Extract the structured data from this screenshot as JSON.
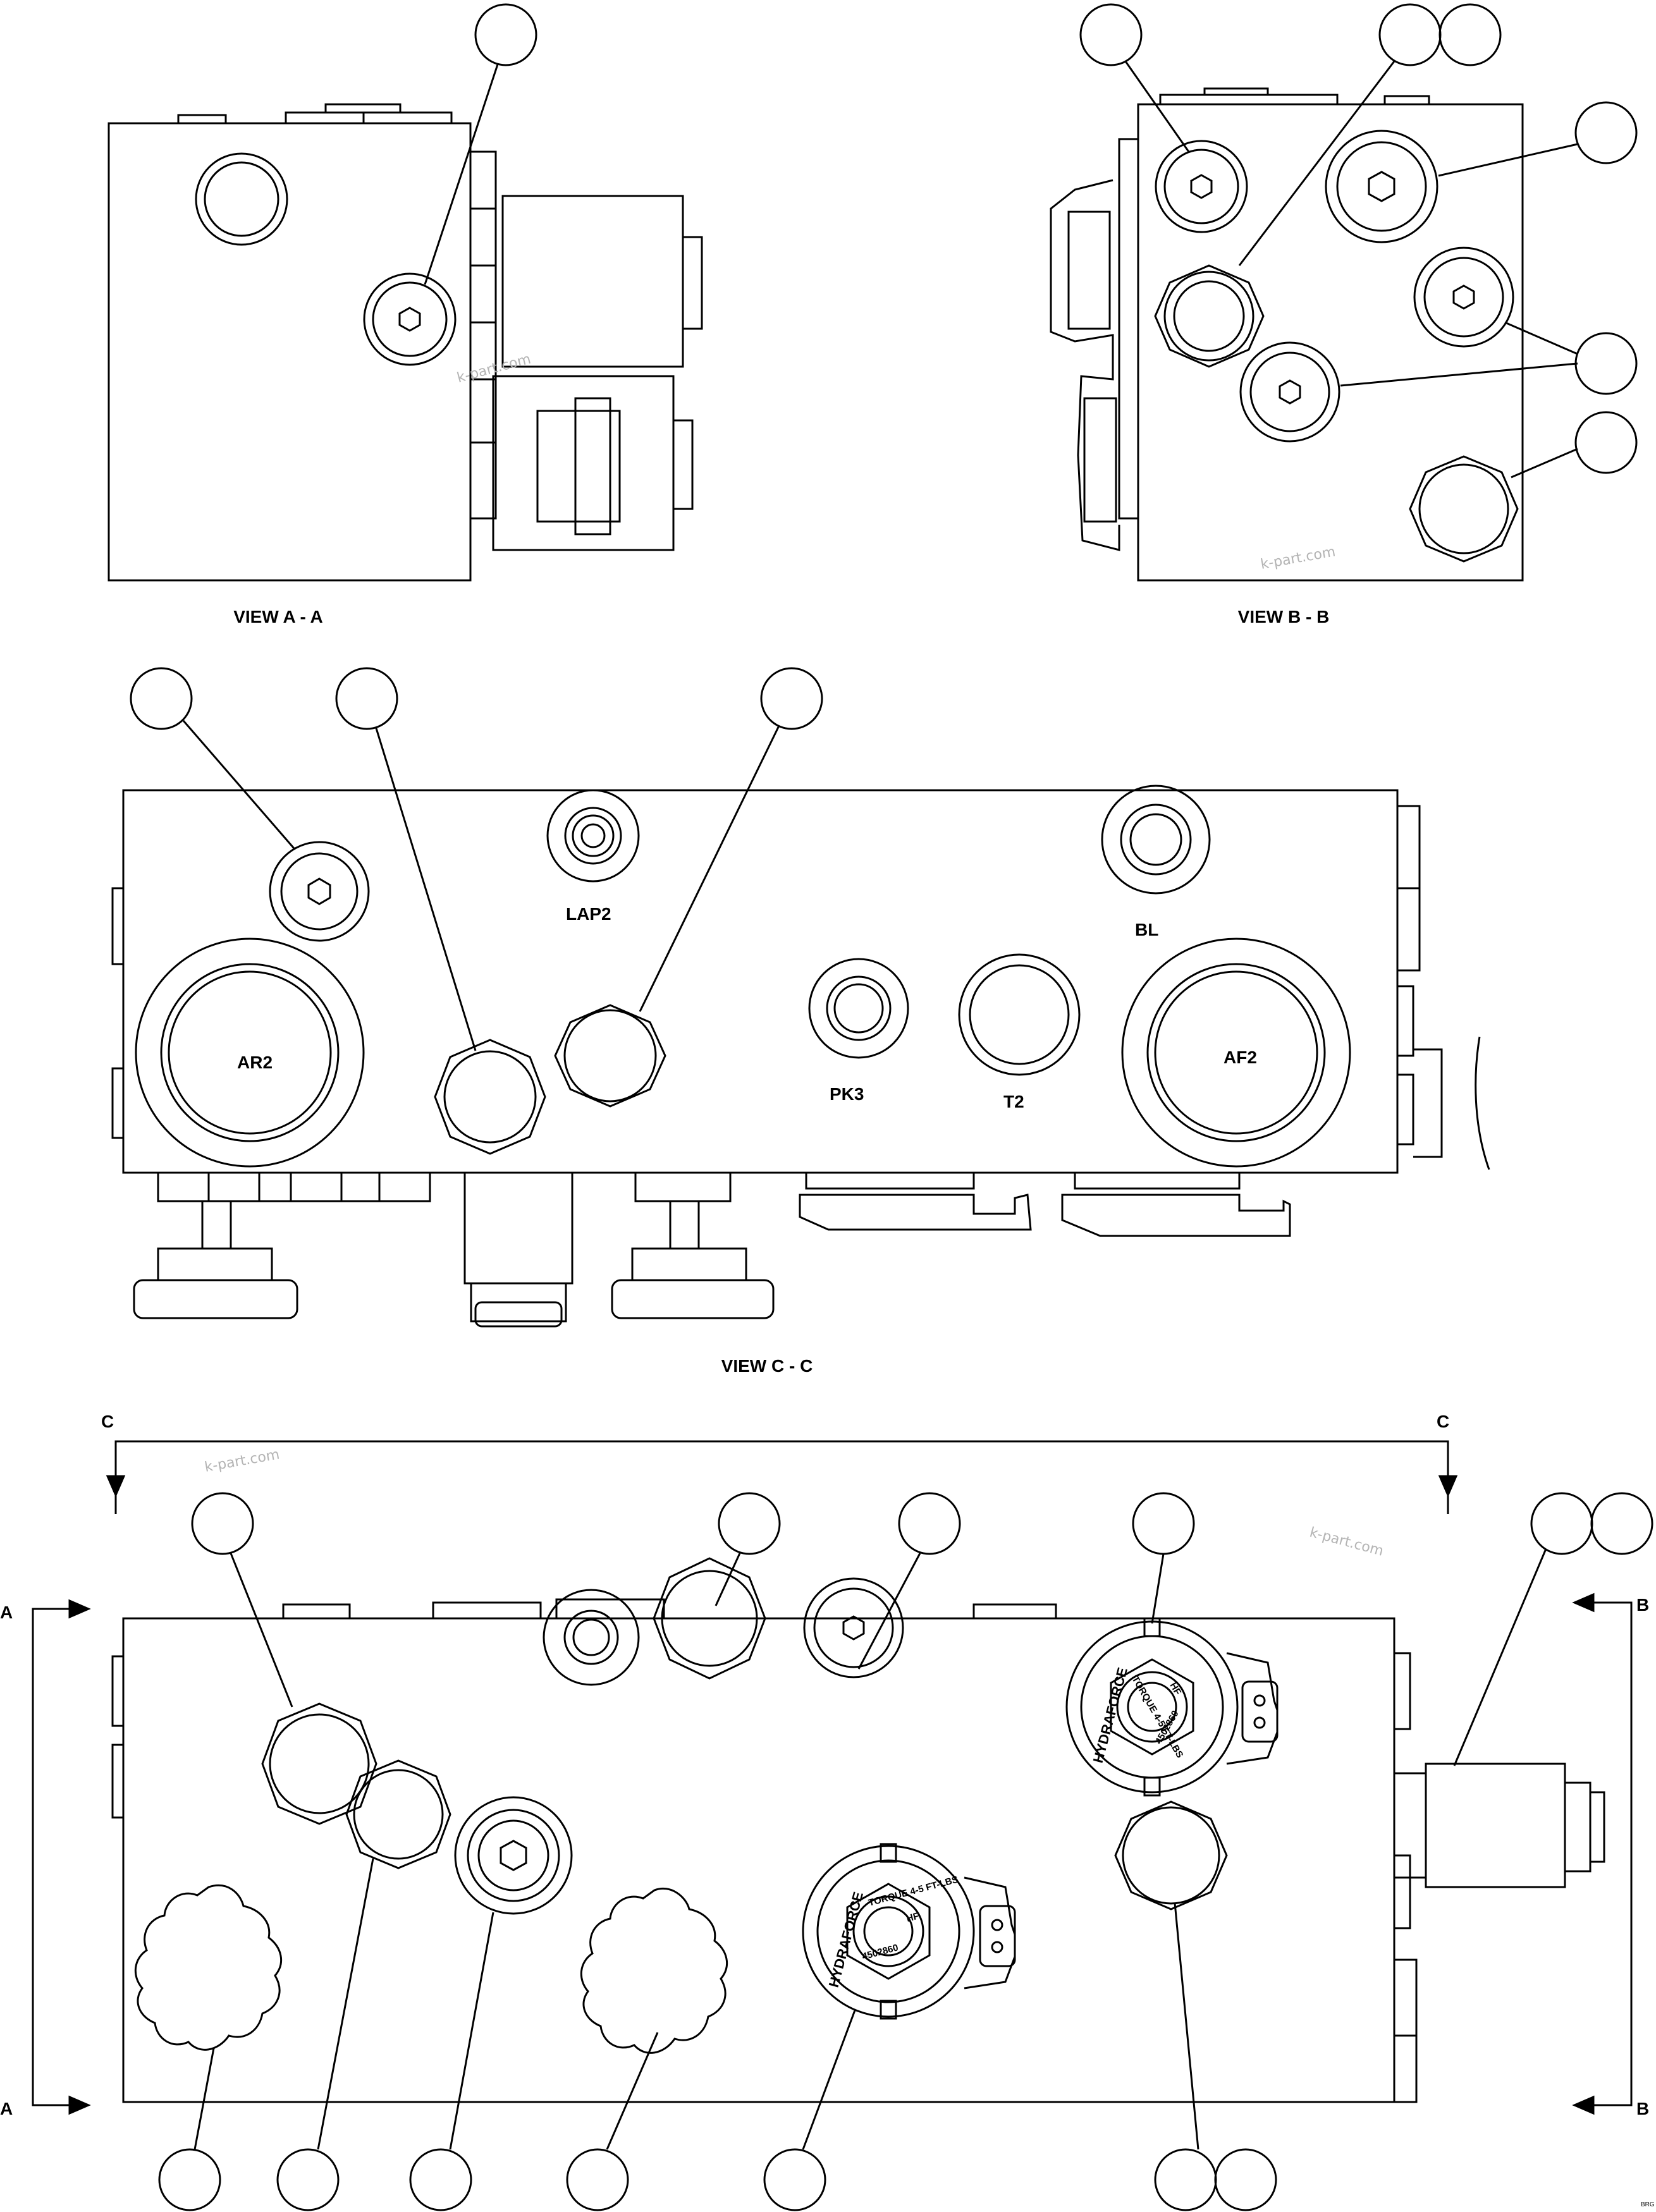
{
  "views": {
    "a": {
      "title": "VIEW A - A"
    },
    "b": {
      "title": "VIEW B - B"
    },
    "c": {
      "title": "VIEW C - C",
      "ports": {
        "lap2": "LAP2",
        "bl": "BL",
        "ar2": "AR2",
        "af2": "AF2",
        "pk3": "PK3",
        "t2": "T2"
      }
    }
  },
  "section_markers": {
    "c_left": "C",
    "c_right": "C",
    "a_top": "A",
    "a_bottom": "A",
    "b_top": "B",
    "b_bottom": "B"
  },
  "cartridges": {
    "brand": "HYDRAFORCE",
    "torque": "TORQUE 4-5 FT-LBS",
    "part_number": "4502860",
    "mark": "HF"
  },
  "watermarks": [
    "k-part.com",
    "k-part.com",
    "k-part.com",
    "k-part.com"
  ],
  "corner_code": "BRG",
  "colors": {
    "line": "#000000",
    "background": "#ffffff",
    "watermark": "#b4b4b4"
  }
}
